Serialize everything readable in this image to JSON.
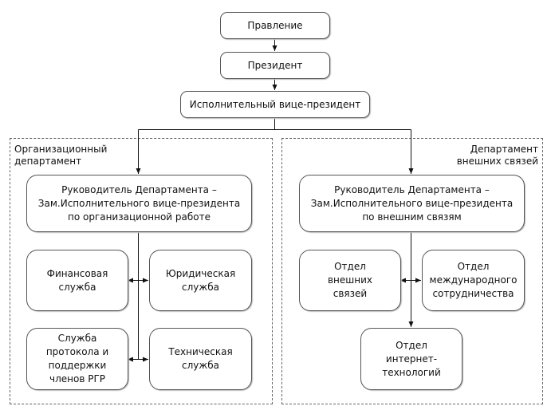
{
  "top": {
    "board": "Правление",
    "president": "Президент",
    "evp": "Исполнительный вице-президент"
  },
  "org_dept": {
    "label": "Организационный\nдепартамент",
    "head": "Руководитель Департамента –\nЗам.Исполнительного вице-президента\nпо организационной работе",
    "units": [
      "Финансовая\nслужба",
      "Юридическая\nслужба",
      "Служба\nпротокола и\nподдержки\nчленов РГР",
      "Техническая\nслужба"
    ]
  },
  "ext_dept": {
    "label": "Департамент\nвнешних связей",
    "head": "Руководитель Департамента –\nЗам.Исполнительного вице-президента\nпо внешним связям",
    "units": [
      "Отдел\nвнешних\nсвязей",
      "Отдел\nмеждународного\nсотрудничества",
      "Отдел\nинтернет-\nтехнологий"
    ]
  }
}
